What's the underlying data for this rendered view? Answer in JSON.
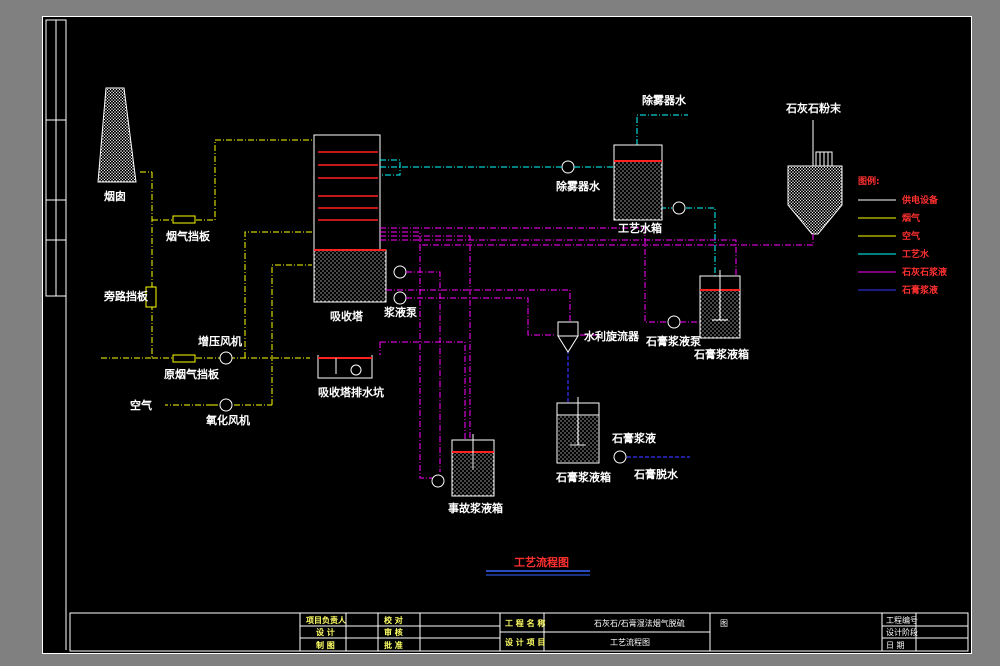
{
  "labels": {
    "chimney": "烟囱",
    "flue_damper": "烟气挡板",
    "bypass_damper": "旁路挡板",
    "raw_flue_damper": "原烟气挡板",
    "booster_fan": "增压风机",
    "air": "空气",
    "oxidation_fan": "氧化风机",
    "absorber": "吸收塔",
    "slurry_pump": "浆液泵",
    "absorber_drain_pit": "吸收塔排水坑",
    "mist_water_top": "除雾器水",
    "mist_water_pump": "除雾器水",
    "process_water_tank": "工艺水箱",
    "limestone_powder": "石灰石粉末",
    "hydrocyclone": "水利旋流器",
    "gypsum_pump": "石膏浆液泵",
    "gypsum_tank_right": "石膏浆液箱",
    "gypsum_tank_lower": "石膏浆液箱",
    "gypsum_slurry": "石膏浆液",
    "gypsum_dewater": "石膏脱水",
    "emergency_tank": "事故浆液箱"
  },
  "legend": {
    "title": "图例:",
    "items": [
      {
        "label": "供电设备",
        "color": "#ffffff"
      },
      {
        "label": "烟气",
        "color": "#ffff00"
      },
      {
        "label": "空气",
        "color": "#ffff00"
      },
      {
        "label": "工艺水",
        "color": "#00ffff"
      },
      {
        "label": "石灰石浆液",
        "color": "#ff00ff"
      },
      {
        "label": "石膏浆液",
        "color": "#3333ff"
      }
    ]
  },
  "diagram_title": "工艺流程图",
  "title_block": {
    "r1": [
      "项目负责人",
      "校  对",
      "工 程 名 称",
      "石灰石/石膏湿法烟气脱硫"
    ],
    "r2": [
      "设  计",
      "审  核"
    ],
    "r3": [
      "制  图",
      "批  准",
      "设 计 项 目",
      "工艺流程图"
    ],
    "right": [
      "工程编号",
      "设计阶段",
      "日  期"
    ],
    "mark": "图"
  },
  "colors": {
    "flue": "#ffff00",
    "water": "#00ffff",
    "slurry": "#ff00ff",
    "gypsum": "#3333ff",
    "equipment": "#ffffff",
    "accent": "#ff2020"
  }
}
